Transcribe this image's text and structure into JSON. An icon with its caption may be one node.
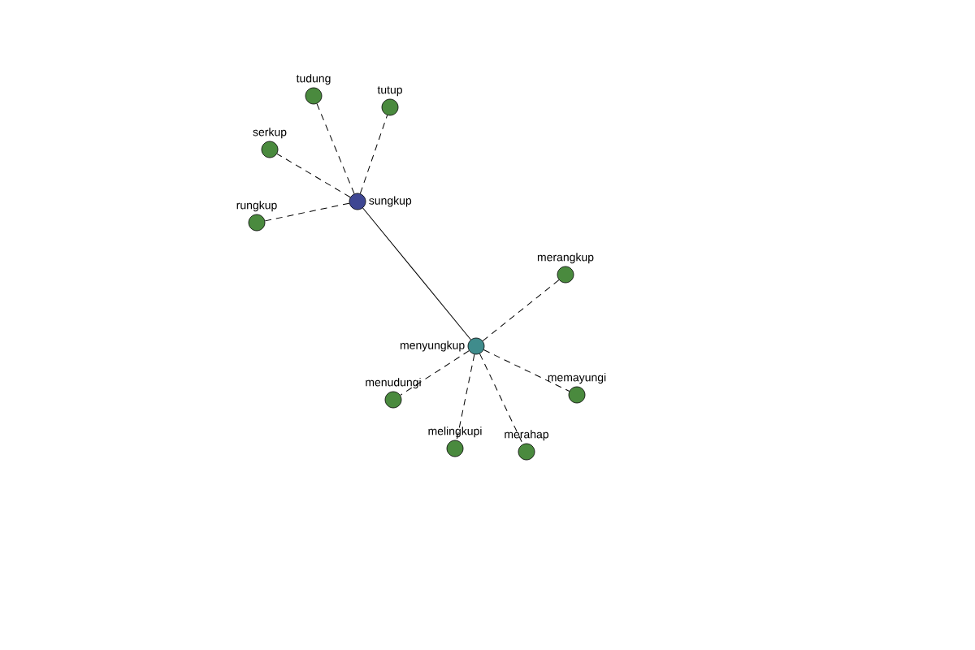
{
  "diagram": {
    "nodes": [
      {
        "text": [
          "sungkup"
        ]
      },
      {
        "text": [
          "tudung"
        ]
      },
      {
        "text": [
          "tutup"
        ]
      },
      {
        "text": [
          "serkup"
        ]
      },
      {
        "text": [
          "rungkup"
        ]
      },
      {
        "text": [
          "menyungkup"
        ]
      },
      {
        "text": [
          "merangkup"
        ]
      },
      {
        "text": [
          "menudungi"
        ]
      },
      {
        "text": [
          "memayungi"
        ]
      },
      {
        "text": [
          "melingkupi"
        ]
      },
      {
        "text": [
          "merahap"
        ]
      }
    ],
    "edges": [
      {
        "from": 0,
        "to": 1,
        "arrow": "none",
        "style": "dashed"
      },
      {
        "from": 0,
        "to": 2,
        "arrow": "none",
        "style": "dashed"
      },
      {
        "from": 0,
        "to": 3,
        "arrow": "none",
        "style": "dashed"
      },
      {
        "from": 0,
        "to": 4,
        "arrow": "none",
        "style": "dashed"
      },
      {
        "from": 0,
        "to": 5,
        "arrow": "none"
      },
      {
        "from": 5,
        "to": 6,
        "arrow": "none",
        "style": "dashed"
      },
      {
        "from": 5,
        "to": 7,
        "arrow": "none",
        "style": "dashed"
      },
      {
        "from": 5,
        "to": 8,
        "arrow": "none",
        "style": "dashed"
      },
      {
        "from": 5,
        "to": 9,
        "arrow": "none",
        "style": "dashed"
      },
      {
        "from": 5,
        "to": 10,
        "arrow": "none",
        "style": "dashed"
      }
    ]
  }
}
